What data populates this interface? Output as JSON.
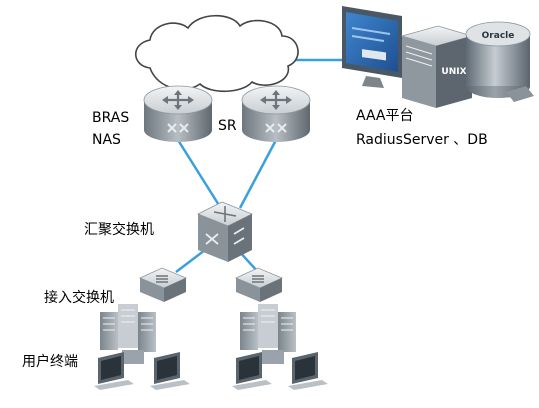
{
  "labels": {
    "bras": "BRAS",
    "nas": "NAS",
    "sr": "SR",
    "aaa": "AAA平台",
    "radius": "RadiusServer 、DB",
    "aggregation_switch": "汇聚交换机",
    "access_switch": "接入交换机",
    "user_terminal": "用户终端"
  },
  "device_text": {
    "unix": "UNIX",
    "oracle": "Oracle"
  },
  "colors": {
    "link": "#3aa0dc",
    "device_top": "#dfe3e6",
    "device_body": "#9aa3ab",
    "device_dark": "#5d666e",
    "monitor_frame": "#4a5866",
    "monitor_screen": "#2f6fb7",
    "cloud_stroke": "#444444"
  },
  "icons": [
    "cloud-icon",
    "router-icon",
    "core-switch-icon",
    "access-switch-icon",
    "server-rack-icon",
    "desktop-pc-icon",
    "monitor-icon",
    "unix-server-icon",
    "database-icon"
  ]
}
